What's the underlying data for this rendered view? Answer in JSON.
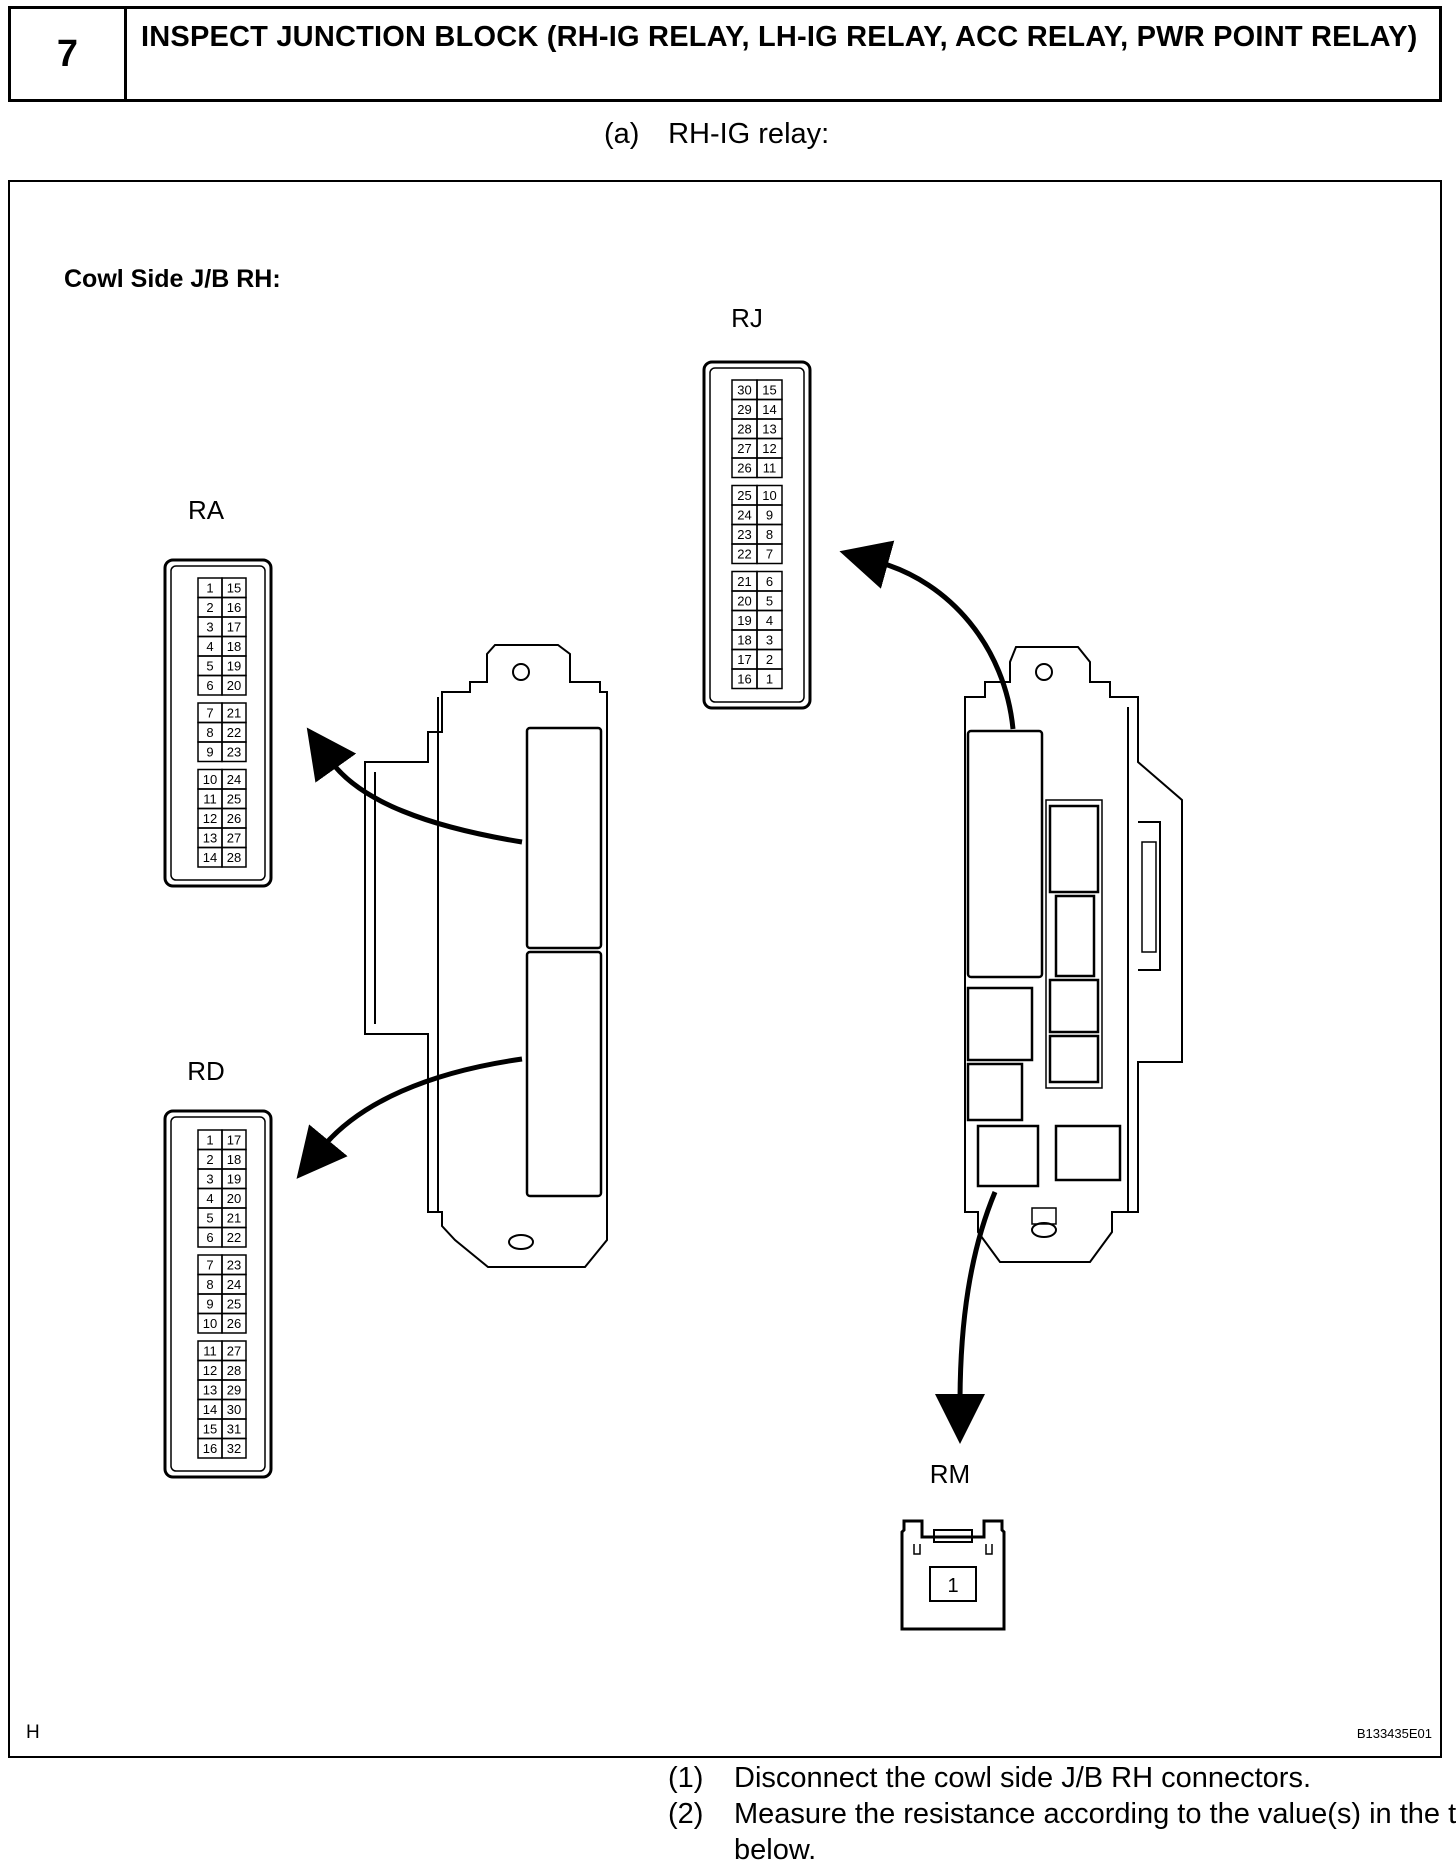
{
  "step": {
    "number": "7",
    "title": "INSPECT JUNCTION BLOCK (RH-IG RELAY, LH-IG RELAY, ACC RELAY, PWR POINT RELAY)"
  },
  "sub_a": {
    "label": "(a)",
    "text": "RH-IG relay:"
  },
  "figure": {
    "heading": "Cowl Side J/B RH:",
    "connectors": {
      "RA": {
        "name": "RA",
        "left_pins": [
          "1",
          "2",
          "3",
          "4",
          "5",
          "6",
          "7",
          "8",
          "9",
          "10",
          "11",
          "12",
          "13",
          "14"
        ],
        "right_pins": [
          "15",
          "16",
          "17",
          "18",
          "19",
          "20",
          "21",
          "22",
          "23",
          "24",
          "25",
          "26",
          "27",
          "28"
        ]
      },
      "RD": {
        "name": "RD",
        "left_pins": [
          "1",
          "2",
          "3",
          "4",
          "5",
          "6",
          "7",
          "8",
          "9",
          "10",
          "11",
          "12",
          "13",
          "14",
          "15",
          "16"
        ],
        "right_pins": [
          "17",
          "18",
          "19",
          "20",
          "21",
          "22",
          "23",
          "24",
          "25",
          "26",
          "27",
          "28",
          "29",
          "30",
          "31",
          "32"
        ]
      },
      "RJ": {
        "name": "RJ",
        "left_pins": [
          "30",
          "29",
          "28",
          "27",
          "26",
          "25",
          "24",
          "23",
          "22",
          "21",
          "20",
          "19",
          "18",
          "17",
          "16"
        ],
        "right_pins": [
          "15",
          "14",
          "13",
          "12",
          "11",
          "10",
          "9",
          "8",
          "7",
          "6",
          "5",
          "4",
          "3",
          "2",
          "1"
        ]
      },
      "RM": {
        "name": "RM",
        "pin": "1"
      }
    },
    "corner_left": "H",
    "figure_code": "B133435E01"
  },
  "instructions": [
    {
      "num": "(1)",
      "text": "Disconnect the cowl side J/B RH connectors."
    },
    {
      "num": "(2)",
      "text": "Measure the resistance according to the value(s) in the table below."
    }
  ]
}
